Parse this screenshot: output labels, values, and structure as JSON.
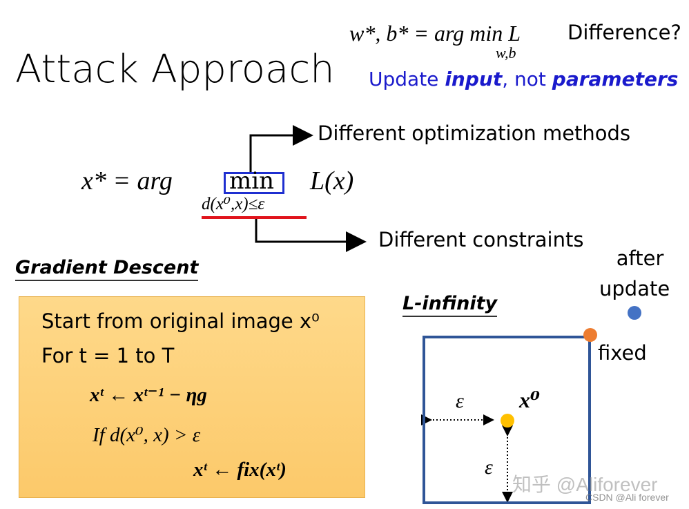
{
  "slide": {
    "title": "Attack Approach",
    "top_equation": {
      "lhs": "w*, b* = arg min L",
      "subscript": "w,b",
      "difference_label": "Difference?"
    },
    "update_note": {
      "prefix": "Update ",
      "emph1": "input",
      "middle": ", not ",
      "emph2": "parameters"
    },
    "main_equation": {
      "lhs": "x* = arg",
      "operator": "min",
      "rhs": "L(x)",
      "constraint": "d(x⁰,x)≤ε"
    },
    "annotations": {
      "optimization": "Different optimization methods",
      "constraints": "Different constraints"
    },
    "gradient_descent": {
      "title": "Gradient Descent",
      "lines": [
        "Start from original image x⁰",
        "For t = 1 to T",
        "xᵗ ← xᵗ⁻¹ − ηg",
        "If d(x⁰, x) > ε",
        "xᵗ ← fix(xᵗ)"
      ]
    },
    "l_infinity": {
      "title": "L-infinity",
      "after_update": "after update",
      "after_line1": "after",
      "after_line2": "update",
      "fixed": "fixed",
      "x0_label": "x⁰",
      "epsilon_h": "ε",
      "epsilon_v": "ε",
      "colors": {
        "box": "#2f5597",
        "after_dot": "#4472c4",
        "fixed_dot": "#ed7d31",
        "x0_dot": "#ffc000"
      }
    },
    "watermarks": {
      "zhihu": "知乎 @Aliforever",
      "csdn": "CSDN @Ali forever"
    }
  }
}
